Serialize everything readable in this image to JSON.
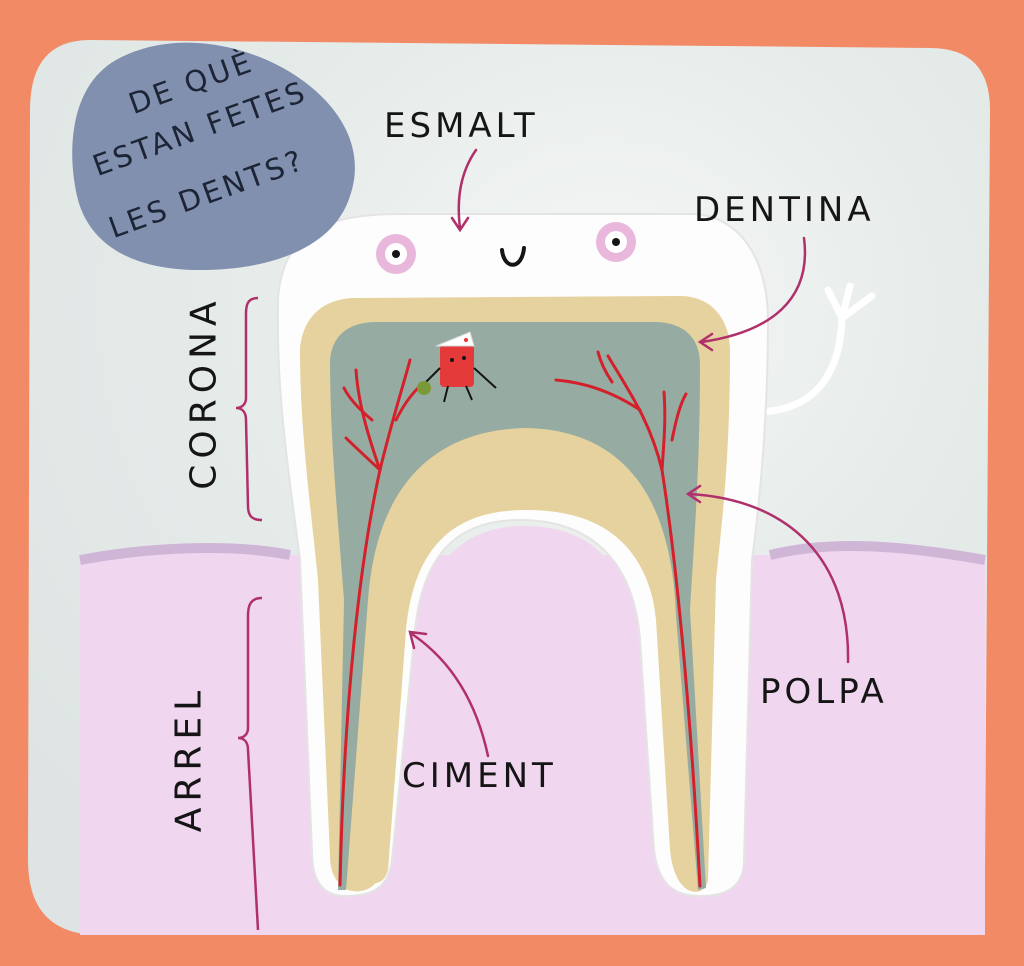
{
  "title": {
    "lines": [
      "DE QUÈ",
      "ESTAN FETES",
      "LES DENTS?"
    ]
  },
  "labels": {
    "esmalt": "ESMALT",
    "dentina": "DENTINA",
    "polpa": "POLPA",
    "ciment": "CIMENT",
    "corona": "CORONA",
    "arrel": "ARREL"
  },
  "colors": {
    "frame": "#f28a66",
    "background": "#e7ecea",
    "title_blob": "#8190ae",
    "enamel": "#fdfdfd",
    "dentin": "#e6d29e",
    "pulp": "#96aca3",
    "gum": "#f0d6ee",
    "gum_edge": "#cfb6d6",
    "nerves": "#d4202a",
    "arrows": "#b0306c",
    "eyes": "#e9b6dc"
  }
}
